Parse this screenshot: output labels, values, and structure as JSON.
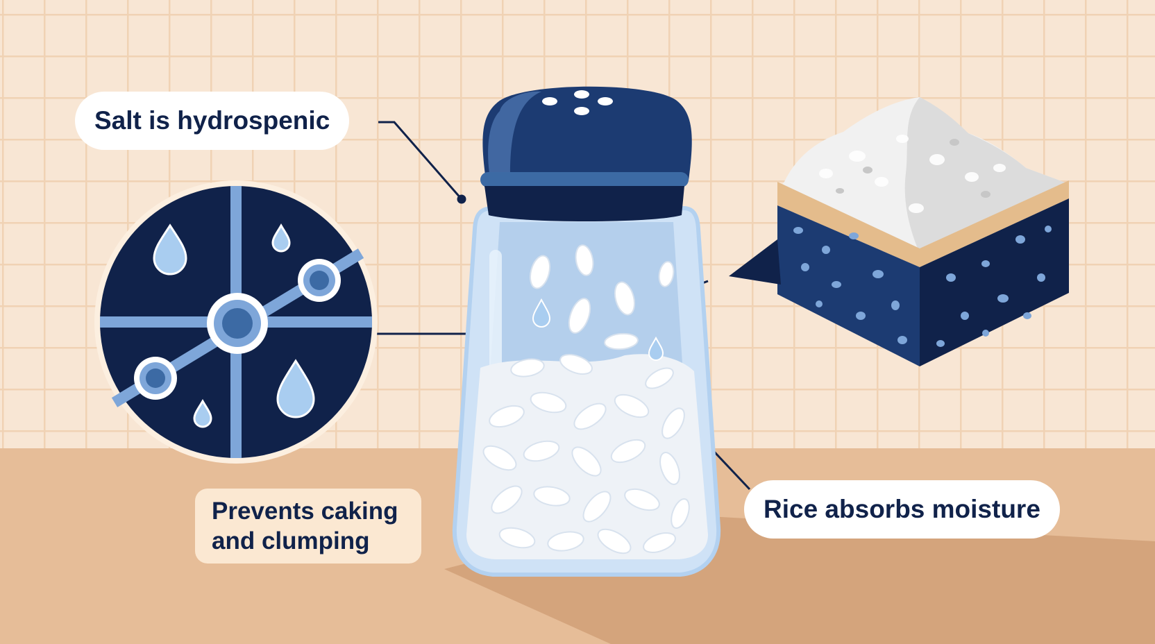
{
  "labels": {
    "salt_hygroscopic": "Salt is hydrospenic",
    "prevents_caking": "Prevents caking\nand clumping",
    "rice_absorbs": "Rice absorbs moisture"
  },
  "colors": {
    "navy": "#10224a",
    "cap_blue": "#1c3b72",
    "accent_blue": "#7ea6d9",
    "water_drop": "#a9cdf0",
    "background": "#f8e6d4",
    "countertop": "#e6bd98",
    "callout_fill": "#ffffff",
    "note_fill": "#fbe8d2"
  },
  "icons": [
    "salt-shaker-icon",
    "molecule-diagram-icon",
    "water-drop-icon",
    "clumped-salt-block-icon",
    "rice-grain-icon"
  ]
}
